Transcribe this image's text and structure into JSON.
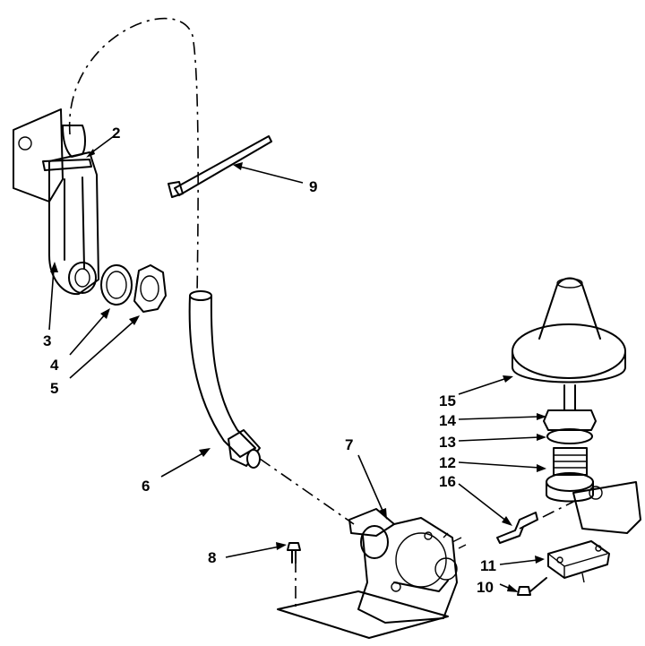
{
  "callouts": [
    {
      "id": "2",
      "label": "2"
    },
    {
      "id": "3",
      "label": "3"
    },
    {
      "id": "4",
      "label": "4"
    },
    {
      "id": "5",
      "label": "5"
    },
    {
      "id": "6",
      "label": "6"
    },
    {
      "id": "7",
      "label": "7"
    },
    {
      "id": "8",
      "label": "8"
    },
    {
      "id": "9",
      "label": "9"
    },
    {
      "id": "10",
      "label": "10"
    },
    {
      "id": "11",
      "label": "11"
    },
    {
      "id": "12",
      "label": "12"
    },
    {
      "id": "13",
      "label": "13"
    },
    {
      "id": "14",
      "label": "14"
    },
    {
      "id": "15",
      "label": "15"
    },
    {
      "id": "16",
      "label": "16"
    }
  ]
}
